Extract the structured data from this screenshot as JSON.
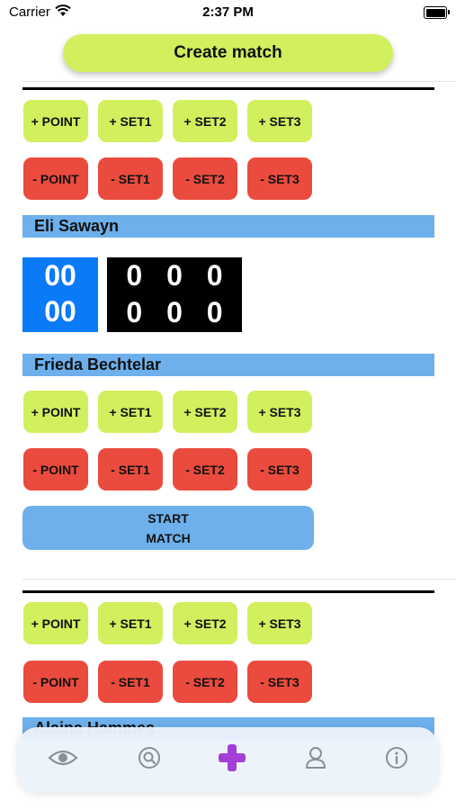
{
  "status_bar": {
    "carrier": "Carrier",
    "time": "2:37 PM"
  },
  "header": {
    "create_label": "Create match"
  },
  "match1": {
    "plus_buttons": [
      "+ POINT",
      "+ SET1",
      "+ SET2",
      "+ SET3"
    ],
    "minus_buttons": [
      "- POINT",
      "- SET1",
      "- SET2",
      "- SET3"
    ],
    "player1": "Eli Sawayn",
    "player2": "Frieda Bechtelar",
    "score": {
      "points": [
        "00",
        "00"
      ],
      "sets_row1": [
        "0",
        "0",
        "0"
      ],
      "sets_row2": [
        "0",
        "0",
        "0"
      ]
    },
    "plus_buttons_2": [
      "+ POINT",
      "+ SET1",
      "+ SET2",
      "+ SET3"
    ],
    "minus_buttons_2": [
      "- POINT",
      "- SET1",
      "- SET2",
      "- SET3"
    ],
    "start_label": "START MATCH"
  },
  "match2": {
    "plus_buttons": [
      "+ POINT",
      "+ SET1",
      "+ SET2",
      "+ SET3"
    ],
    "minus_buttons": [
      "- POINT",
      "- SET1",
      "- SET2",
      "- SET3"
    ],
    "player1_partial": "Alaina Hammes"
  },
  "tabs": [
    {
      "icon": "eye-icon"
    },
    {
      "icon": "search-icon"
    },
    {
      "icon": "plus-icon",
      "active": true
    },
    {
      "icon": "person-icon"
    },
    {
      "icon": "info-icon"
    }
  ],
  "colors": {
    "accent_green": "#d2ef5e",
    "danger_red": "#ea4b3e",
    "name_blue": "#6db0ec",
    "points_blue": "#0a7af7",
    "active_tab": "#a33fd6"
  }
}
